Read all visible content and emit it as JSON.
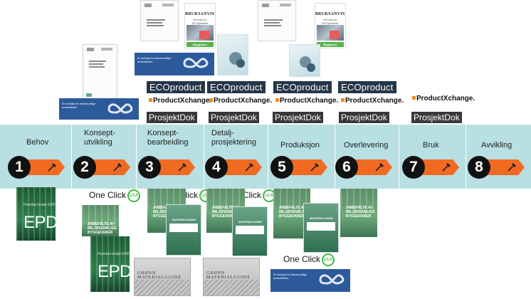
{
  "phases": [
    {
      "label": "Behov",
      "number": "1"
    },
    {
      "label": "Konsept-\nutvikling",
      "number": "2"
    },
    {
      "label": "Konsept-\nbearbeiding",
      "number": "3"
    },
    {
      "label": "Detalj-\nprosjektering",
      "number": "4"
    },
    {
      "label": "Produksjon",
      "number": "5"
    },
    {
      "label": "Overlevering",
      "number": "6"
    },
    {
      "label": "Bruk",
      "number": "7"
    },
    {
      "label": "Avvikling",
      "number": "8"
    }
  ],
  "tools": {
    "eco": "ECOproduct",
    "productxchange": "ProductXchange",
    "productxchange_dot": ".",
    "prosjektdok": "ProsjektDok",
    "oneclick": "One Click",
    "lca": "LCA"
  },
  "documents": {
    "manual_title": "BRUKSANVISNING",
    "manual_subtitle": "for bruk av ECOproduct",
    "manual_green": "Byggvarer",
    "circular_banner": "Et verktøy for bærekraftige anskaffelser",
    "epd_small": "Hvordan bruke EPD",
    "epd_big": "EPD?",
    "anbefalte": "ANBEFALTE AV MILJØVENNLIGE BYGGEVARER",
    "materialguide": "MATERIALGUIDE",
    "gronn": "GRØNN MATERIALGUIDE"
  },
  "colors": {
    "band": "#b8dfe1",
    "arrow": "#f26a22",
    "circle": "#111111",
    "eco_bg": "#243648",
    "prosjektdok_bg": "#383838",
    "banner_blue": "#2d5a9b",
    "lca_green": "#45b84a"
  },
  "icons": [
    "hammer-icon",
    "infinity-icon",
    "lca-logo"
  ]
}
